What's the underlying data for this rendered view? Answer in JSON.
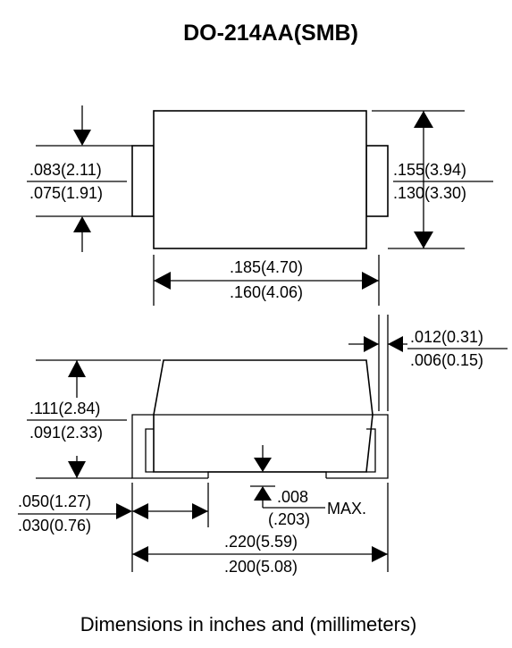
{
  "title": "DO-214AA(SMB)",
  "footnote": "Dimensions in inches and (millimeters)",
  "dims": {
    "lead_width_max": ".083(2.11)",
    "lead_width_min": ".075(1.91)",
    "body_width_max": ".155(3.94)",
    "body_width_min": ".130(3.30)",
    "body_length_max": ".185(4.70)",
    "body_length_min": ".160(4.06)",
    "lead_thickness_max": ".012(0.31)",
    "lead_thickness_min": ".006(0.15)",
    "height_max": ".111(2.84)",
    "height_min": ".091(2.33)",
    "foot_length_max": ".050(1.27)",
    "foot_length_min": ".030(0.76)",
    "standoff_in": ".008",
    "standoff_mm": "(.203)",
    "standoff_note": "MAX.",
    "overall_length_max": ".220(5.59)",
    "overall_length_min": ".200(5.08)"
  }
}
